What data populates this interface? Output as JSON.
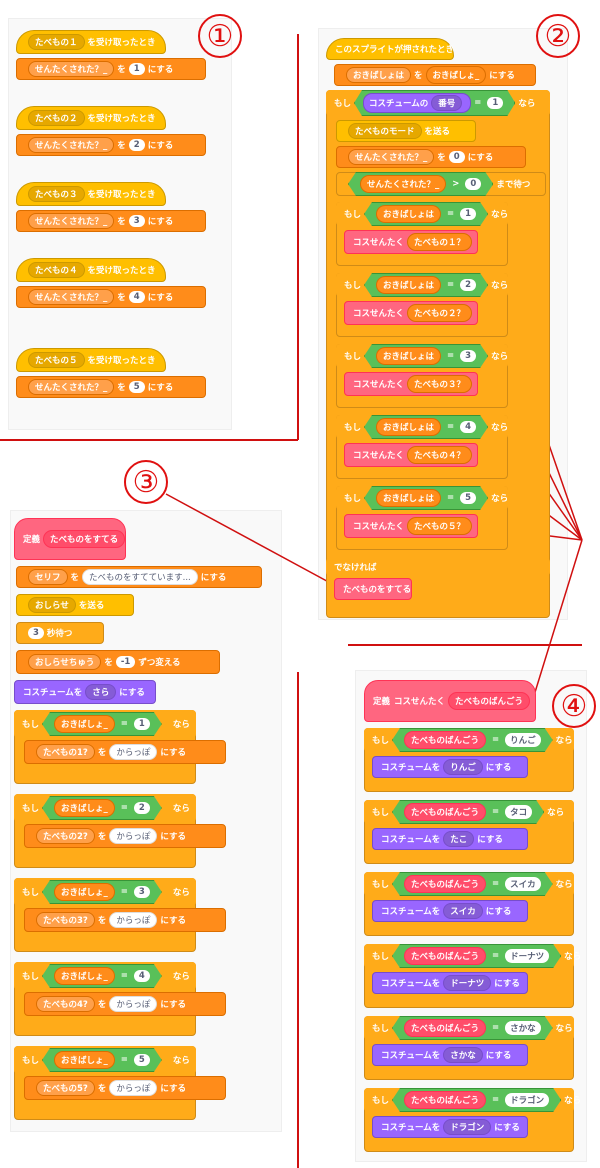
{
  "markers": [
    "①",
    "②",
    "③",
    "④"
  ],
  "section1": {
    "hats": [
      {
        "msg": "たべもの１",
        "suffix": "を受け取ったとき",
        "var": "せんたくされた？_",
        "op": "を",
        "value": "1",
        "tail": "にする"
      },
      {
        "msg": "たべもの２",
        "suffix": "を受け取ったとき",
        "var": "せんたくされた？_",
        "op": "を",
        "value": "2",
        "tail": "にする"
      },
      {
        "msg": "たべもの３",
        "suffix": "を受け取ったとき",
        "var": "せんたくされた？_",
        "op": "を",
        "value": "3",
        "tail": "にする"
      },
      {
        "msg": "たべもの４",
        "suffix": "を受け取ったとき",
        "var": "せんたくされた？_",
        "op": "を",
        "value": "4",
        "tail": "にする"
      },
      {
        "msg": "たべもの５",
        "suffix": "を受け取ったとき",
        "var": "せんたくされた？_",
        "op": "を",
        "value": "5",
        "tail": "にする"
      }
    ]
  },
  "section2": {
    "hat": "このスプライトが押されたとき",
    "set_var": "おきばしょは",
    "set_op": "を",
    "set_val": "おきばしょ_",
    "set_tail": "にする",
    "if": "もし",
    "then": "なら",
    "costume_label": "コスチュームの",
    "costume_key": "番号",
    "eq": "=",
    "costume_val": "1",
    "broadcast_msg": "たべものモード",
    "broadcast_tail": "を送る",
    "sel_var": "せんたくされた？_",
    "sel_op": "を",
    "sel_val": "0",
    "sel_tail": "にする",
    "wait_var": "せんたくされた？_",
    "gt": ">",
    "wait_val": "0",
    "wait_tail": "まで待つ",
    "ifs": [
      {
        "var": "おきばしょは",
        "val": "1",
        "call": "コスせんたく",
        "arg": "たべもの１？"
      },
      {
        "var": "おきばしょは",
        "val": "2",
        "call": "コスせんたく",
        "arg": "たべもの２？"
      },
      {
        "var": "おきばしょは",
        "val": "3",
        "call": "コスせんたく",
        "arg": "たべもの３？"
      },
      {
        "var": "おきばしょは",
        "val": "4",
        "call": "コスせんたく",
        "arg": "たべもの４？"
      },
      {
        "var": "おきばしょは",
        "val": "5",
        "call": "コスせんたく",
        "arg": "たべもの５？"
      }
    ],
    "else": "でなければ",
    "else_call": "たべものをすてる"
  },
  "section3": {
    "define": "定義",
    "name": "たべものをすてる",
    "say_var": "セリフ",
    "say_op": "を",
    "say_val": "たべものをすてています...",
    "say_tail": "にする",
    "bc_msg": "おしらせ",
    "bc_tail": "を送る",
    "wait_val": "3",
    "wait_tail": "秒待つ",
    "chg_var": "おしらせちゅう",
    "chg_op": "を",
    "chg_val": "-1",
    "chg_tail": "ずつ変える",
    "cos_label": "コスチュームを",
    "cos_val": "さら",
    "cos_tail": "にする",
    "if": "もし",
    "then": "なら",
    "eq": "=",
    "ifs": [
      {
        "var": "おきばしょ_",
        "val": "1",
        "set": "たべもの1?",
        "op": "を",
        "to": "からっぽ",
        "tail": "にする"
      },
      {
        "var": "おきばしょ_",
        "val": "2",
        "set": "たべもの2?",
        "op": "を",
        "to": "からっぽ",
        "tail": "にする"
      },
      {
        "var": "おきばしょ_",
        "val": "3",
        "set": "たべもの3?",
        "op": "を",
        "to": "からっぽ",
        "tail": "にする"
      },
      {
        "var": "おきばしょ_",
        "val": "4",
        "set": "たべもの4?",
        "op": "を",
        "to": "からっぽ",
        "tail": "にする"
      },
      {
        "var": "おきばしょ_",
        "val": "5",
        "set": "たべもの5?",
        "op": "を",
        "to": "からっぽ",
        "tail": "にする"
      }
    ]
  },
  "section4": {
    "define": "定義",
    "name": "コスせんたく",
    "param": "たべものばんごう",
    "if": "もし",
    "eq": "=",
    "then": "なら",
    "cos_label": "コスチュームを",
    "cos_tail": "にする",
    "ifs": [
      {
        "val": "りんご",
        "costume": "りんご"
      },
      {
        "val": "タコ",
        "costume": "たこ"
      },
      {
        "val": "スイカ",
        "costume": "スイカ"
      },
      {
        "val": "ドーナツ",
        "costume": "ドーナツ"
      },
      {
        "val": "さかな",
        "costume": "さかな"
      },
      {
        "val": "ドラゴン",
        "costume": "ドラゴン"
      }
    ]
  }
}
